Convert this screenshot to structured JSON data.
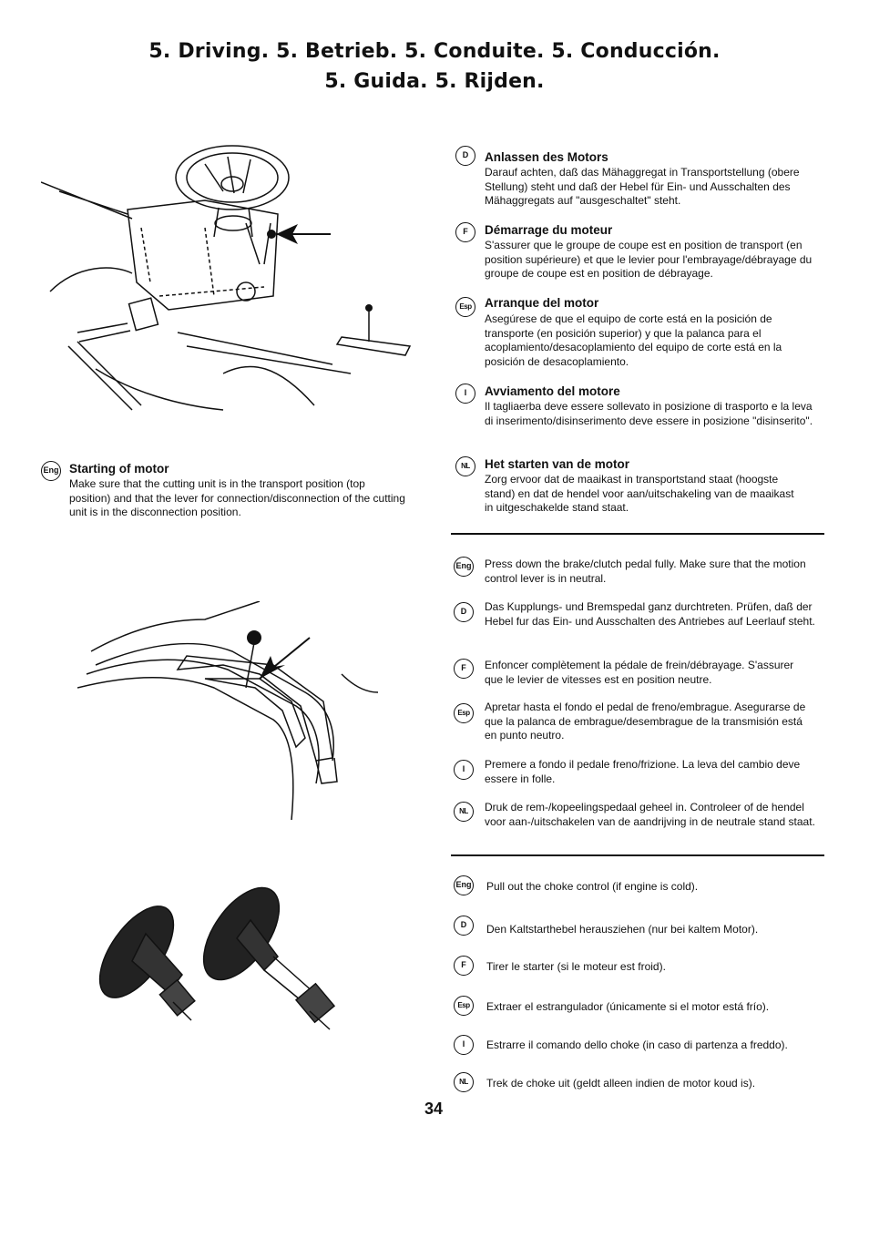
{
  "header": {
    "line1": "5. Driving.  5. Betrieb.  5. Conduite.  5. Conducción.",
    "line2": "5. Guida.  5. Rijden."
  },
  "section1": {
    "eng": {
      "badge": "Eng",
      "title": "Starting of motor",
      "text": "Make sure that the cutting unit is in the transport position (top position) and that the lever for connection/disconnection of the cutting unit is in the disconnection position."
    },
    "d": {
      "badge": "D",
      "title": "Anlassen des Motors",
      "text": "Darauf achten, daß das Mähaggregat in Transportstellung (obere Stellung) steht und daß der Hebel für Ein- und Ausschalten des Mähaggregats auf \"ausgeschaltet\" steht."
    },
    "f": {
      "badge": "F",
      "title": "Démarrage du moteur",
      "text": "S'assurer que le groupe de coupe est en position de transport (en position supérieure) et que le levier pour l'embrayage/débrayage du groupe de coupe est en position de débrayage."
    },
    "esp": {
      "badge": "Esp",
      "title": "Arranque del motor",
      "text": "Asegúrese de que el equipo de corte está en la posición de transporte (en posición superior) y que la palanca para el acoplamiento/desacoplamiento del equipo de corte está en la posición de desacoplamiento."
    },
    "i": {
      "badge": "I",
      "title": "Avviamento del motore",
      "text": "Il tagliaerba deve essere sollevato in posizione di trasporto e la leva di inserimento/disinserimento deve essere in posizione \"disinserito\"."
    },
    "nl": {
      "badge": "NL",
      "title": "Het starten van de motor",
      "text": "Zorg ervoor dat de maaikast in transportstand staat (hoogste stand) en dat de hendel voor aan/uitschakeling van de maaikast in uitgeschakelde stand staat."
    }
  },
  "section2": [
    {
      "badge": "Eng",
      "text": "Press down the brake/clutch pedal fully.  Make sure that the motion control lever is in neutral."
    },
    {
      "badge": "D",
      "text": "Das Kupplungs- und Bremspedal ganz durchtreten.  Prüfen, daß der Hebel fur das Ein- und Ausschalten des Antriebes auf Leerlauf steht."
    },
    {
      "badge": "F",
      "text": "Enfoncer complètement la pédale de frein/débrayage. S'assurer que le levier de vitesses est en position neutre."
    },
    {
      "badge": "Esp",
      "text": "Apretar hasta el fondo el pedal de freno/embrague. Asegurarse de que la palanca de embrague/desembrague de la transmisión está en punto neutro."
    },
    {
      "badge": "I",
      "text": "Premere a fondo il pedale freno/frizione.  La leva del cambio deve essere in folle."
    },
    {
      "badge": "NL",
      "text": "Druk de rem-/kopeelingspedaal geheel in.  Controleer of de hendel voor aan-/uitschakelen van de aandrijving in de neutrale stand staat."
    }
  ],
  "section3": [
    {
      "badge": "Eng",
      "text": "Pull out the choke control (if engine is cold)."
    },
    {
      "badge": "D",
      "text": "Den Kaltstarthebel herausziehen (nur bei kaltem Motor)."
    },
    {
      "badge": "F",
      "text": "Tirer le starter (si le moteur est froid)."
    },
    {
      "badge": "Esp",
      "text": "Extraer el estrangulador (únicamente si el motor está frío)."
    },
    {
      "badge": "I",
      "text": "Estrarre il comando dello choke (in caso di partenza a freddo)."
    },
    {
      "badge": "NL",
      "text": "Trek de choke uit (geldt alleen indien de motor koud is)."
    }
  ],
  "footer": {
    "page_number": "34"
  }
}
